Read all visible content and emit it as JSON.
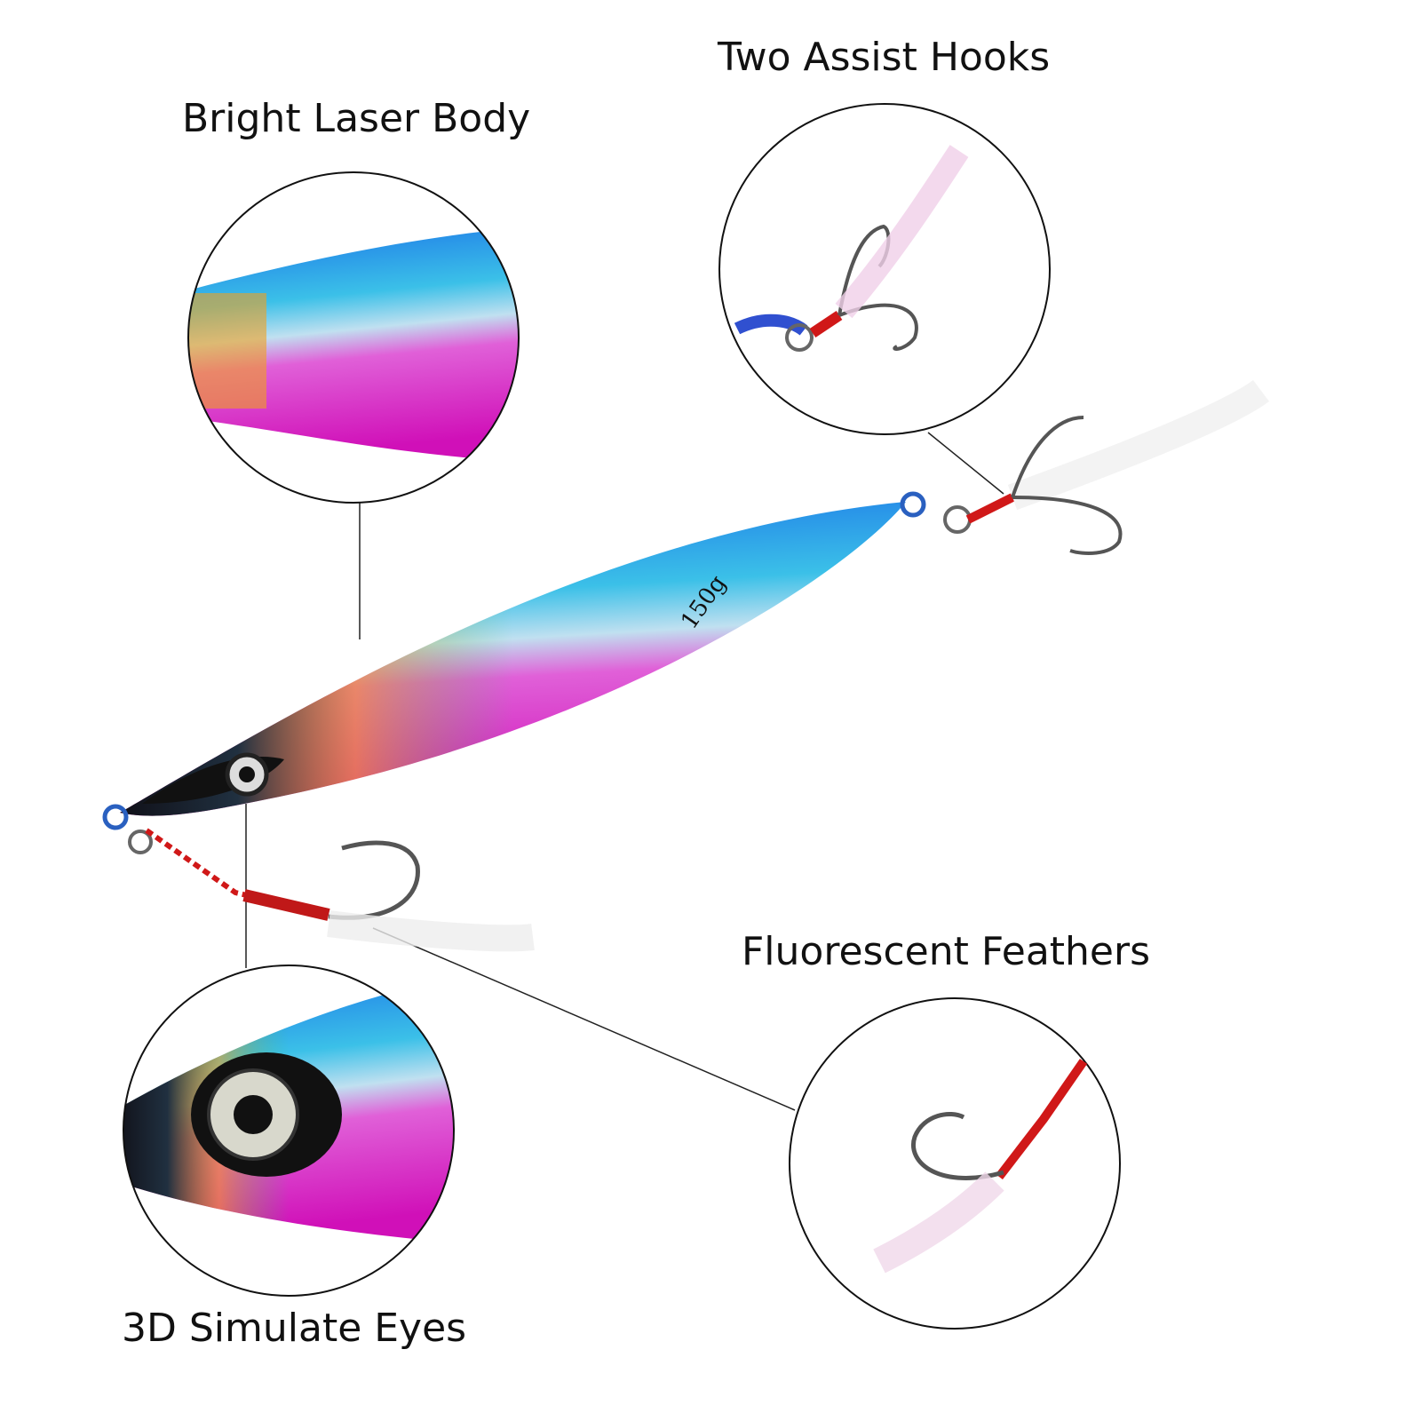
{
  "callouts": {
    "body": "Bright Laser Body",
    "hooks": "Two Assist Hooks",
    "feathers": "Fluorescent Feathers",
    "eyes": "3D Simulate Eyes"
  },
  "lure": {
    "weight_marking": "150g"
  },
  "colors": {
    "blue": "#2a7fe0",
    "magenta": "#e020c8",
    "cord_red": "#d01818",
    "hook": "#555a60"
  }
}
